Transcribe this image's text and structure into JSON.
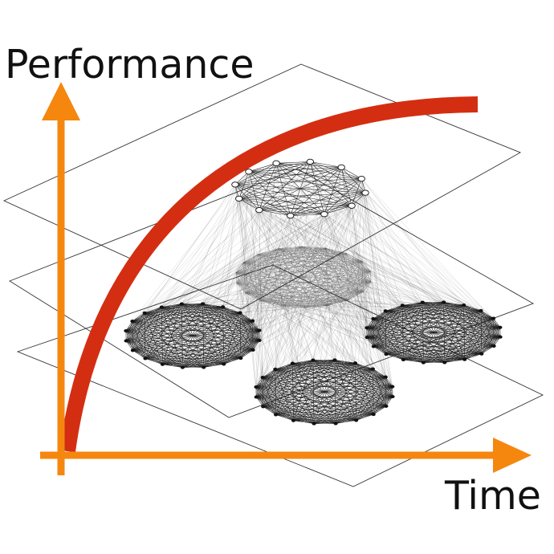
{
  "labels": {
    "y_axis": "Performance",
    "x_axis": "Time"
  },
  "colors": {
    "axis": "#F5870F",
    "curve": "#D42E12",
    "network_edge": "#222222",
    "plane_line": "#333333"
  },
  "diagram": {
    "planes": 3,
    "networks": [
      {
        "name": "top-network",
        "nodes": 12
      },
      {
        "name": "middle-network",
        "nodes": 18
      },
      {
        "name": "left-network",
        "nodes": 20
      },
      {
        "name": "bottom-network",
        "nodes": 20
      },
      {
        "name": "right-network",
        "nodes": 20
      }
    ]
  }
}
